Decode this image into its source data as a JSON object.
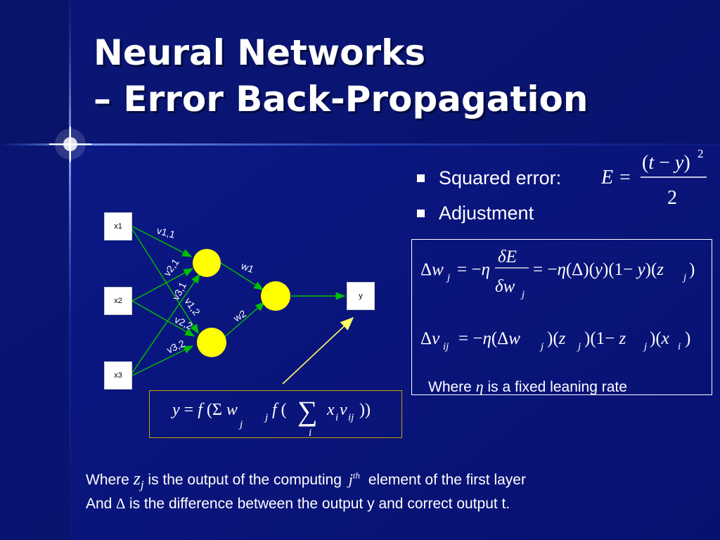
{
  "title": {
    "line1": "Neural Networks",
    "line2": "– Error Back-Propagation"
  },
  "bullets": [
    {
      "label": "Squared error:"
    },
    {
      "label": "Adjustment"
    }
  ],
  "network": {
    "inputs": [
      "x1",
      "x2",
      "x3"
    ],
    "output": "y",
    "weight_labels": [
      "v1,1",
      "v2,1",
      "v3,1",
      "v1,2",
      "v2,2",
      "v3,2",
      "w1",
      "w2"
    ]
  },
  "where_eta": {
    "prefix": "Where",
    "symbol": "η",
    "suffix": "is a fixed leaning rate"
  },
  "bottom": {
    "line1_prefix": "Where",
    "line1_middle": "is the output of the computing",
    "line1_suffix": "element of the first layer",
    "line2_prefix": "And",
    "line2_symbol": "∆",
    "line2_suffix": "is the difference between the output y and correct output t."
  },
  "colors": {
    "background": "#0a1580",
    "neuron": "#ffff00",
    "connection": "#00c000",
    "arrow": "#ffff66",
    "formula_box_border": "#c8a000"
  }
}
